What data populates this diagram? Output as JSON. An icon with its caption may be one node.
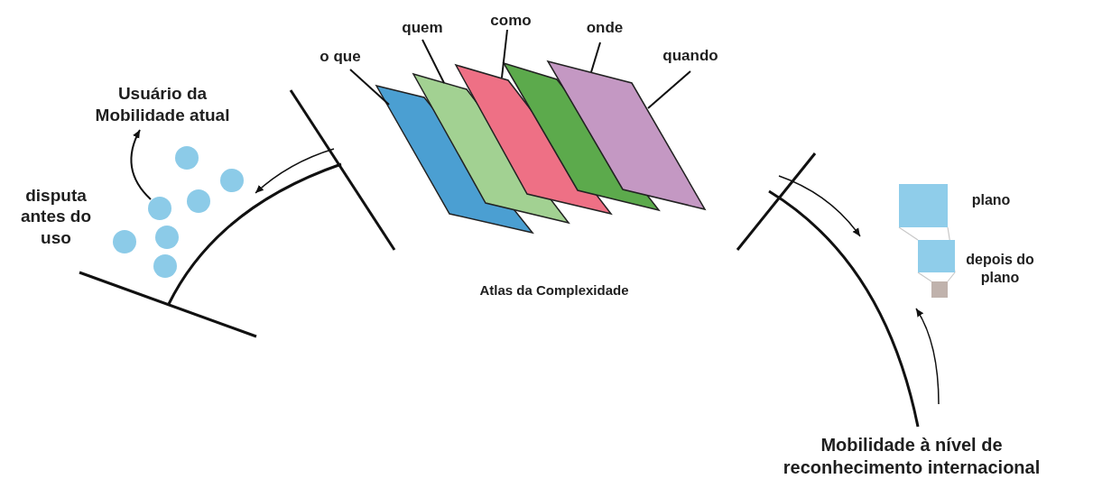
{
  "diagram": {
    "nodes": [
      {
        "text": [
          "o que"
        ]
      },
      {
        "text": [
          "quem"
        ]
      },
      {
        "text": [
          "como"
        ]
      },
      {
        "text": [
          "onde"
        ]
      },
      {
        "text": [
          "quando"
        ]
      },
      {
        "text": [],
        "shape": "parallelogram"
      },
      {
        "text": [],
        "shape": "parallelogram"
      },
      {
        "text": [],
        "shape": "parallelogram"
      },
      {
        "text": [],
        "shape": "parallelogram"
      },
      {
        "text": [],
        "shape": "parallelogram"
      },
      {
        "text": [
          "Usuário da Mobilidade atual"
        ]
      },
      {
        "text": [],
        "shape": "circle"
      },
      {
        "text": [],
        "shape": "circle"
      },
      {
        "text": [],
        "shape": "circle"
      },
      {
        "text": [],
        "shape": "circle"
      },
      {
        "text": [],
        "shape": "circle"
      },
      {
        "text": [],
        "shape": "circle"
      },
      {
        "text": [],
        "shape": "circle"
      },
      {
        "text": [
          "plano"
        ]
      },
      {
        "text": [
          "depois do plano"
        ]
      },
      {
        "text": [],
        "shape": "box"
      }
    ],
    "edges": [
      {
        "from": 12,
        "to": 10,
        "arrow": "to"
      },
      {
        "from": 0,
        "to": 5,
        "arrow": "none"
      },
      {
        "from": 1,
        "to": 6,
        "arrow": "none"
      },
      {
        "from": 2,
        "to": 7,
        "arrow": "none"
      },
      {
        "from": 3,
        "to": 8,
        "arrow": "none"
      },
      {
        "from": 4,
        "to": 9,
        "arrow": "none"
      },
      {
        "from": 18,
        "to": 19,
        "arrow": "none",
        "color": "#c8c8c8"
      },
      {
        "from": 18,
        "to": 19,
        "arrow": "none",
        "color": "#c8c8c8"
      },
      {
        "from": 19,
        "to": 20,
        "arrow": "none",
        "color": "#c8c8c8"
      },
      {
        "from": 19,
        "to": 20,
        "arrow": "none",
        "color": "#c8c8c8"
      }
    ],
    "labels": [
      "disputa antes do uso",
      "Atlas da Complexidade",
      "Mobilidade à nível de reconhecimento internacional"
    ]
  }
}
